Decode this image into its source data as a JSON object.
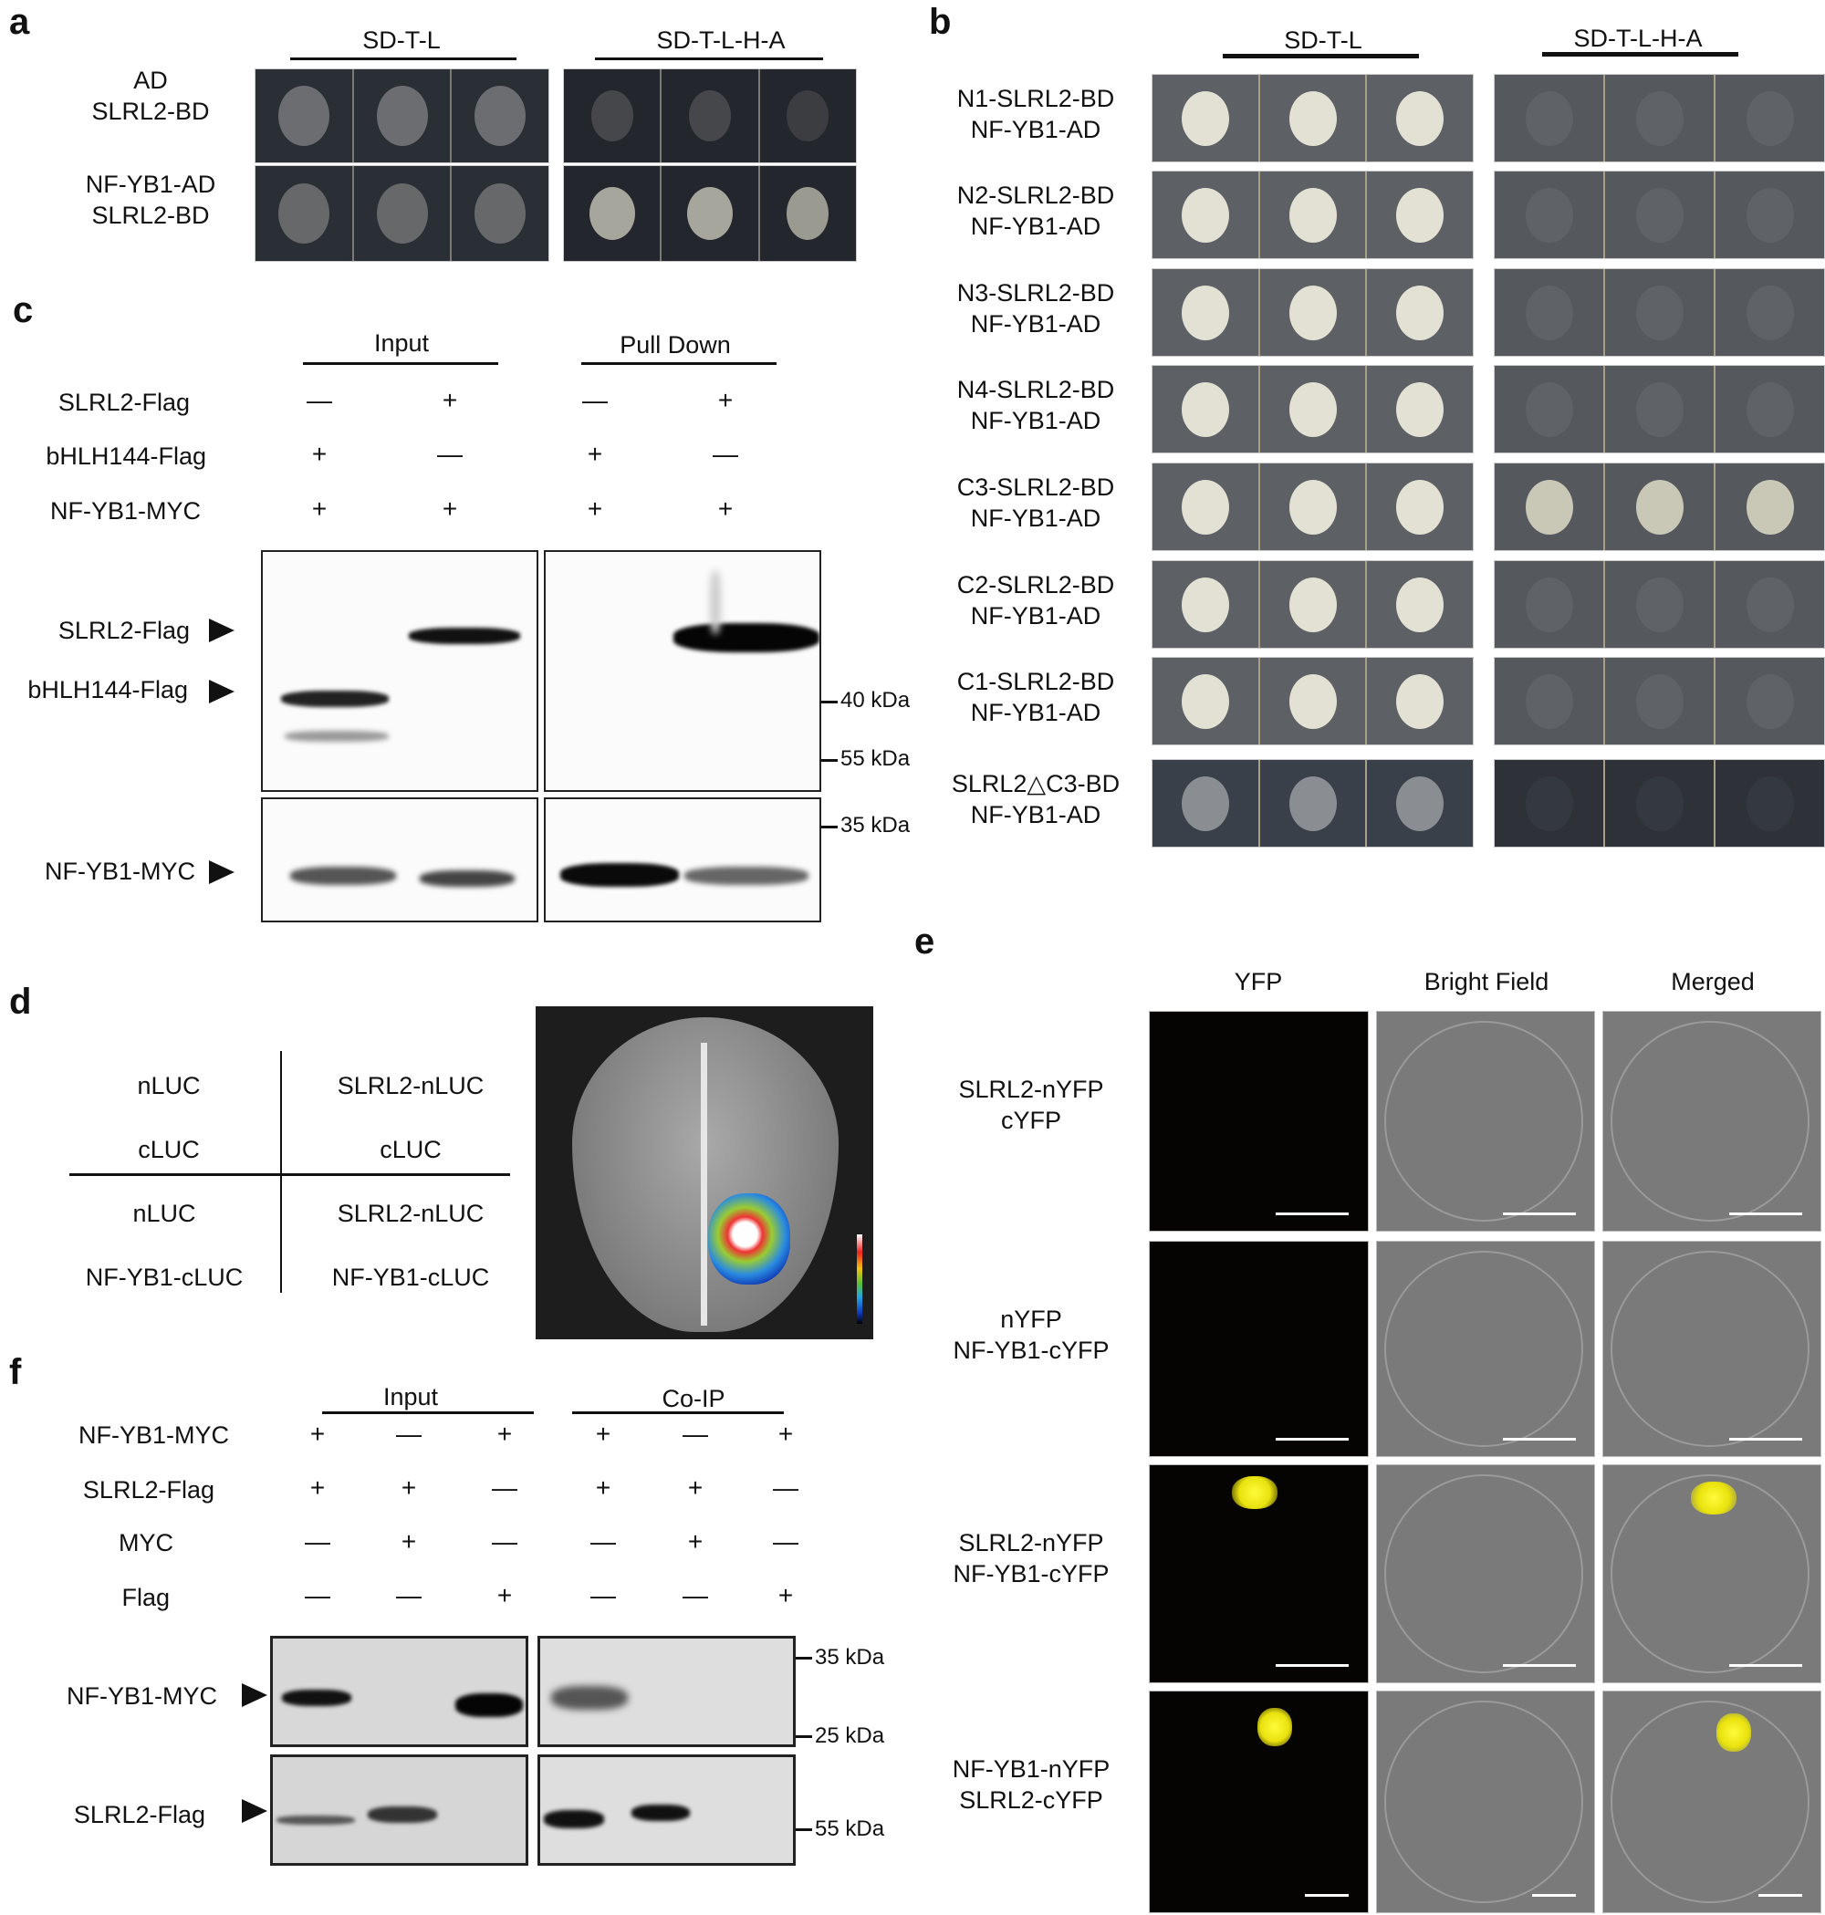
{
  "panels": {
    "a": {
      "label": "a",
      "media": [
        "SD-T-L",
        "SD-T-L-H-A"
      ],
      "rows": [
        {
          "line1": "AD",
          "line2": "SLRL2-BD",
          "growth_sdtl": "yes",
          "growth_sdtlha": "weak"
        },
        {
          "line1": "NF-YB1-AD",
          "line2": "SLRL2-BD",
          "growth_sdtl": "yes",
          "growth_sdtlha": "yes"
        }
      ]
    },
    "b": {
      "label": "b",
      "media": [
        "SD-T-L",
        "SD-T-L-H-A"
      ],
      "rows": [
        {
          "line1": "N1-SLRL2-BD",
          "line2": "NF-YB1-AD",
          "growth_sdtlha": "no"
        },
        {
          "line1": "N2-SLRL2-BD",
          "line2": "NF-YB1-AD",
          "growth_sdtlha": "no"
        },
        {
          "line1": "N3-SLRL2-BD",
          "line2": "NF-YB1-AD",
          "growth_sdtlha": "no"
        },
        {
          "line1": "N4-SLRL2-BD",
          "line2": "NF-YB1-AD",
          "growth_sdtlha": "no"
        },
        {
          "line1": "C3-SLRL2-BD",
          "line2": "NF-YB1-AD",
          "growth_sdtlha": "yes"
        },
        {
          "line1": "C2-SLRL2-BD",
          "line2": "NF-YB1-AD",
          "growth_sdtlha": "no"
        },
        {
          "line1": "C1-SLRL2-BD",
          "line2": "NF-YB1-AD",
          "growth_sdtlha": "no"
        },
        {
          "line1": "SLRL2△C3-BD",
          "line2": "NF-YB1-AD",
          "growth_sdtlha": "no"
        }
      ]
    },
    "c": {
      "label": "c",
      "groups": [
        "Input",
        "Pull Down"
      ],
      "conditions": [
        {
          "name": "SLRL2-Flag",
          "lanes": [
            "—",
            "+",
            "—",
            "+"
          ]
        },
        {
          "name": "bHLH144-Flag",
          "lanes": [
            "+",
            "—",
            "+",
            "—"
          ]
        },
        {
          "name": "NF-YB1-MYC",
          "lanes": [
            "+",
            "+",
            "+",
            "+"
          ]
        }
      ],
      "band_labels": [
        "SLRL2-Flag",
        "bHLH144-Flag",
        "NF-YB1-MYC"
      ],
      "markers": [
        "55 kDa",
        "40 kDa",
        "35 kDa"
      ]
    },
    "d": {
      "label": "d",
      "quadrants": [
        {
          "top": "nLUC",
          "bottom": "cLUC"
        },
        {
          "top": "SLRL2-nLUC",
          "bottom": "cLUC"
        },
        {
          "top": "nLUC",
          "bottom": "NF-YB1-cLUC"
        },
        {
          "top": "SLRL2-nLUC",
          "bottom": "NF-YB1-cLUC"
        }
      ],
      "signal_quadrant": "SLRL2-nLUC / NF-YB1-cLUC"
    },
    "e": {
      "label": "e",
      "columns": [
        "YFP",
        "Bright Field",
        "Merged"
      ],
      "rows": [
        {
          "line1": "SLRL2-nYFP",
          "line2": "cYFP",
          "signal": false
        },
        {
          "line1": "nYFP",
          "line2": "NF-YB1-cYFP",
          "signal": false
        },
        {
          "line1": "SLRL2-nYFP",
          "line2": "NF-YB1-cYFP",
          "signal": true
        },
        {
          "line1": "NF-YB1-nYFP",
          "line2": "SLRL2-cYFP",
          "signal": true
        }
      ]
    },
    "f": {
      "label": "f",
      "groups": [
        "Input",
        "Co-IP"
      ],
      "conditions": [
        {
          "name": "NF-YB1-MYC",
          "lanes": [
            "+",
            "—",
            "+",
            "+",
            "—",
            "+"
          ]
        },
        {
          "name": "SLRL2-Flag",
          "lanes": [
            "+",
            "+",
            "—",
            "+",
            "+",
            "—"
          ]
        },
        {
          "name": "MYC",
          "lanes": [
            "—",
            "+",
            "—",
            "—",
            "+",
            "—"
          ]
        },
        {
          "name": "Flag",
          "lanes": [
            "—",
            "—",
            "+",
            "—",
            "—",
            "+"
          ]
        }
      ],
      "band_labels": [
        "NF-YB1-MYC",
        "SLRL2-Flag"
      ],
      "markers": [
        "35 kDa",
        "25 kDa",
        "55 kDa"
      ]
    }
  },
  "colors": {
    "plate_dark": "#2b2f36",
    "plate_gray": "#5e6268",
    "colony": "#e6e4d6",
    "yfp": "#f2ea12",
    "bright_field": "#7b7b7b"
  }
}
